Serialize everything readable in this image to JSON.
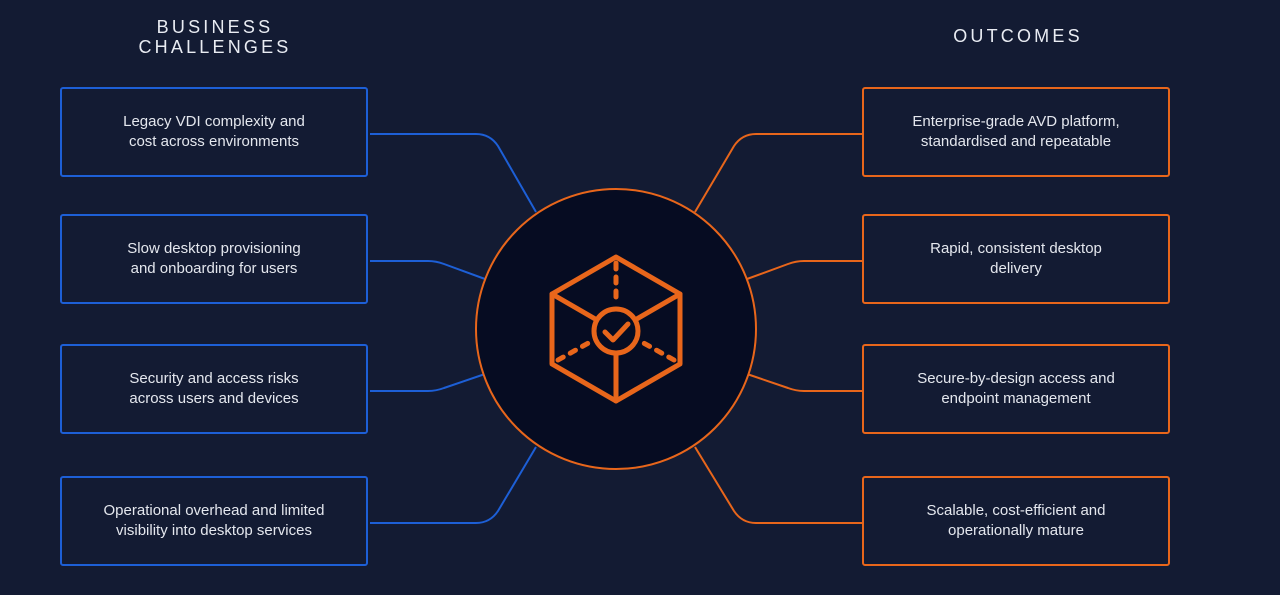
{
  "left_column": {
    "heading": "BUSINESS\nCHALLENGES",
    "items": [
      "Legacy VDI complexity and\ncost across environments",
      "Slow desktop provisioning\nand onboarding for users",
      "Security and access risks\nacross users and devices",
      "Operational overhead and limited\nvisibility into desktop services"
    ]
  },
  "right_column": {
    "heading": "OUTCOMES",
    "items": [
      "Enterprise-grade AVD platform,\nstandardised and repeatable",
      "Rapid, consistent desktop\ndelivery",
      "Secure-by-design access and\nendpoint management",
      "Scalable, cost-efficient and\noperationally mature"
    ]
  },
  "hub": {
    "icon": "cube-check-icon"
  },
  "colors": {
    "background": "#131b33",
    "challenge_accent": "#1d5fd6",
    "outcome_accent": "#e8661b",
    "hub_fill": "#060c22"
  }
}
